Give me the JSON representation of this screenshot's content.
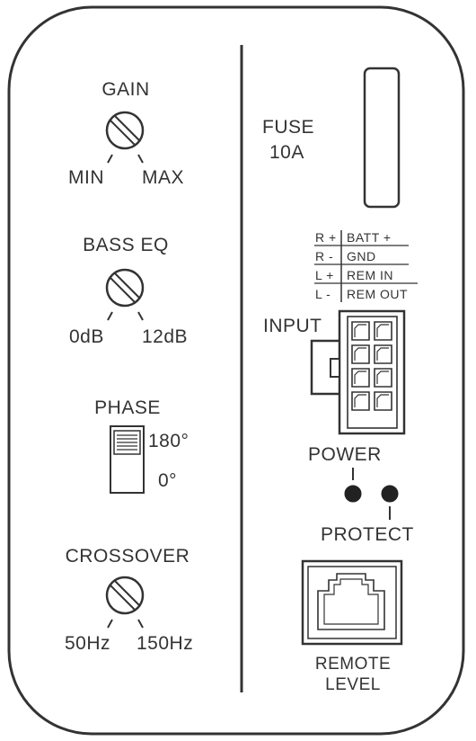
{
  "left_panel": {
    "gain": {
      "title": "GAIN",
      "min_label": "MIN",
      "max_label": "MAX"
    },
    "bass_eq": {
      "title": "BASS EQ",
      "min_label": "0dB",
      "max_label": "12dB"
    },
    "phase": {
      "title": "PHASE",
      "top_label": "180°",
      "bottom_label": "0°"
    },
    "crossover": {
      "title": "CROSSOVER",
      "min_label": "50Hz",
      "max_label": "150Hz"
    }
  },
  "right_panel": {
    "fuse": {
      "title": "FUSE",
      "rating": "10A"
    },
    "wiring": [
      {
        "pin": "R +",
        "function": "BATT +"
      },
      {
        "pin": "R -",
        "function": "GND"
      },
      {
        "pin": "L +",
        "function": "REM IN"
      },
      {
        "pin": "L -",
        "function": "REM OUT"
      }
    ],
    "input_label": "INPUT",
    "power_label": "POWER",
    "protect_label": "PROTECT",
    "remote_level_line1": "REMOTE",
    "remote_level_line2": "LEVEL"
  },
  "colors": {
    "ink": "#333333",
    "background": "#ffffff"
  }
}
